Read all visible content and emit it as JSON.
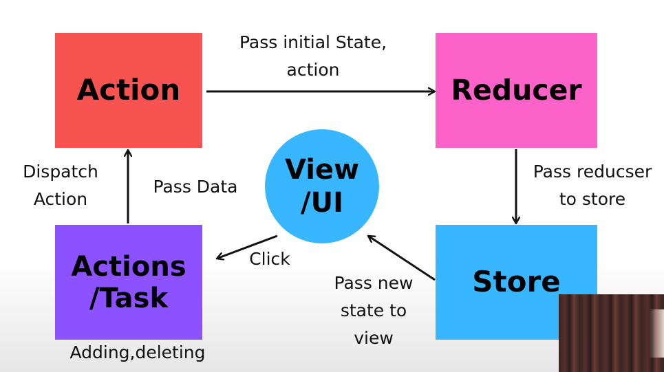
{
  "nodes": {
    "action": "Action",
    "reducer": "Reducer",
    "store": "Store",
    "task": "Actions\n/Task",
    "view": "View\n/UI"
  },
  "edges": {
    "action_to_reducer": "Pass initial State,\naction",
    "reducer_to_store": "Pass reducser\nto store",
    "store_to_view": "Pass new\nstate to\nview",
    "view_to_task": "Click",
    "task_to_action_data": "Pass Data",
    "task_to_action_dispatch": "Dispatch\nAction"
  },
  "captions": {
    "task_note": "Adding,deleting"
  },
  "colors": {
    "action": "#f75350",
    "reducer": "#fc62c7",
    "store": "#38b6ff",
    "task": "#8c52ff",
    "view": "#38b6ff"
  }
}
